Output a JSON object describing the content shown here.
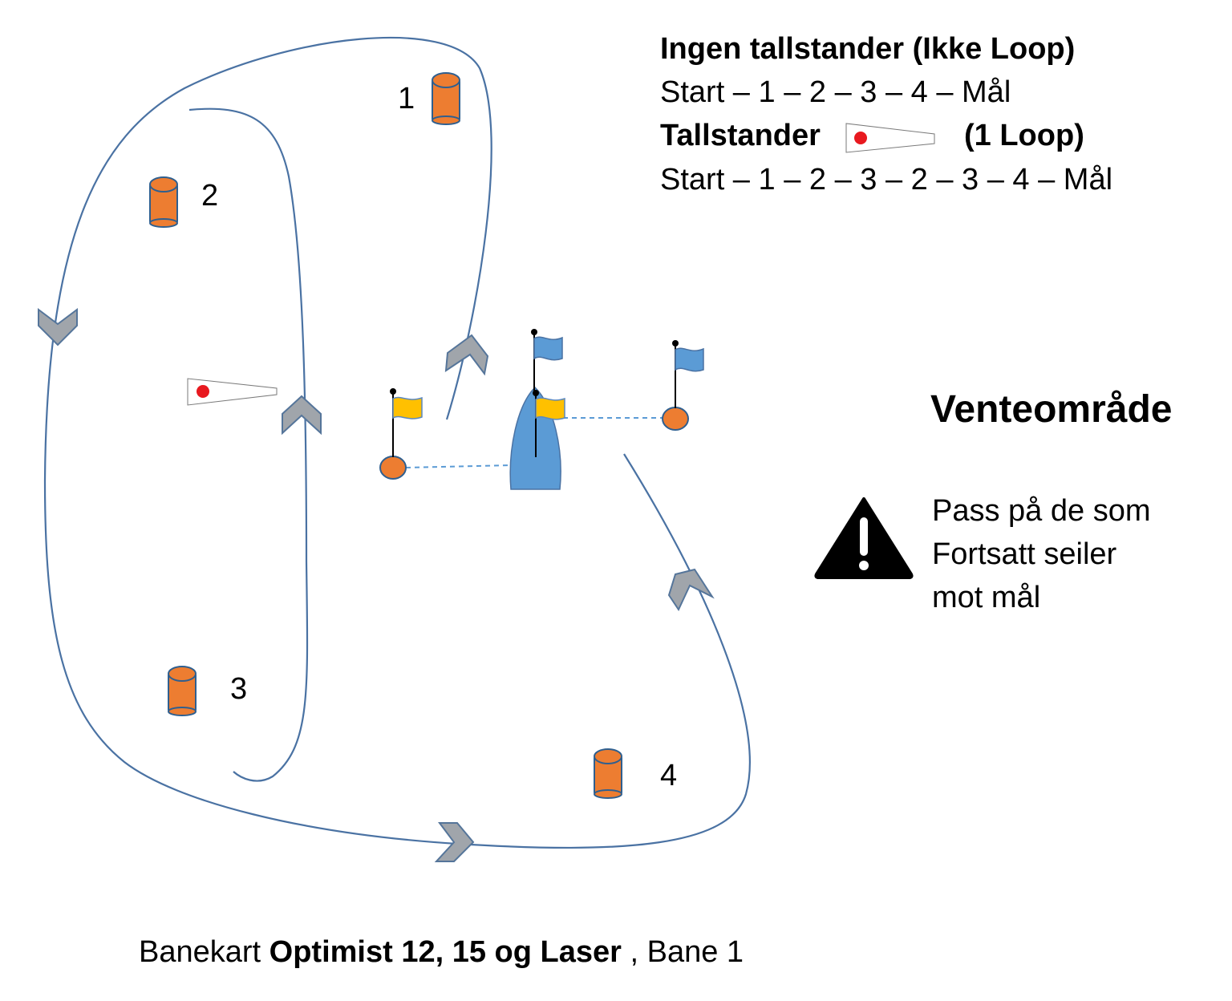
{
  "legend": {
    "no_number_flag_title": "Ingen tallstander  (Ikke Loop)",
    "no_number_flag_route": "Start – 1 – 2 – 3 – 4 – Mål",
    "number_flag_title": "Tallstander",
    "number_flag_suffix": "(1 Loop)",
    "number_flag_route": "Start – 1 – 2 – 3 – 2 – 3 – 4 – Mål"
  },
  "marks": [
    {
      "label": "1"
    },
    {
      "label": "2"
    },
    {
      "label": "3"
    },
    {
      "label": "4"
    }
  ],
  "waiting_area": {
    "title": "Venteområde",
    "warning_lines": [
      "Pass på de som",
      "Fortsatt seiler",
      "mot mål"
    ]
  },
  "footer": {
    "prefix": "Banekart ",
    "bold": "Optimist 12, 15 og Laser",
    "suffix": " , Bane 1"
  },
  "colors": {
    "course_line": "#4a72a3",
    "buoy": "#ed7d31",
    "committee_boat": "#5b9bd5",
    "blue_flag": "#5b9bd5",
    "yellow_flag": "#ffc000",
    "pennant_dot": "#e8191f",
    "direction_arrow": "#a0a5ab"
  },
  "icons": {
    "mark_buoy": "cylinder-buoy-icon",
    "pennant": "number-pennant-icon",
    "warning": "warning-triangle-icon",
    "direction": "chevron-arrow-icon",
    "start_flag": "yellow-flag-icon",
    "finish_flag": "blue-flag-icon",
    "committee_boat": "boat-icon"
  }
}
